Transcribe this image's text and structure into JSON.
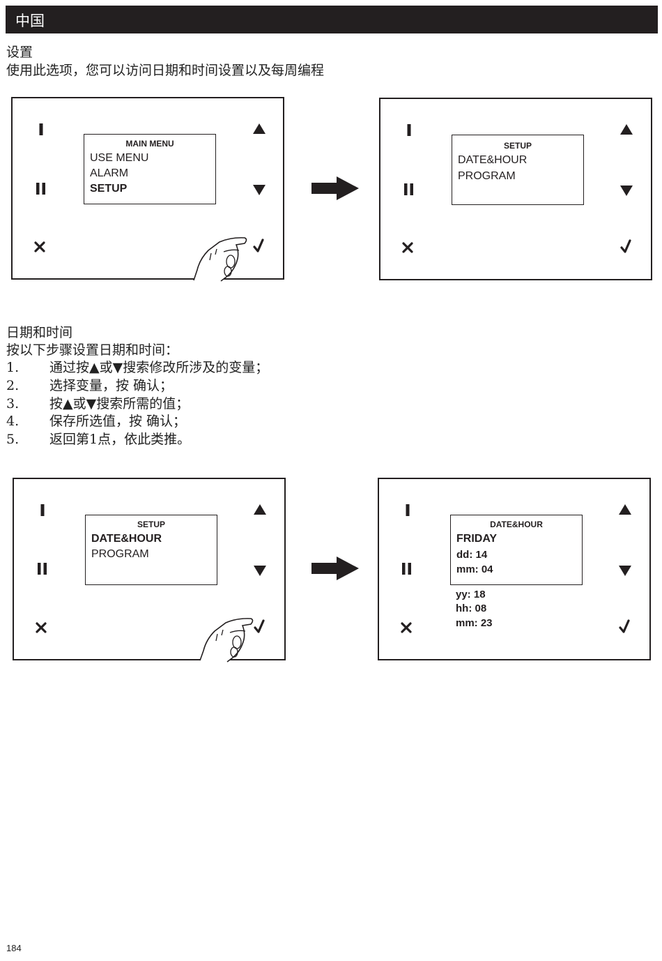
{
  "header": {
    "title": "中国"
  },
  "intro": {
    "heading": "设置",
    "description": "使用此选项，您可以访问日期和时间设置以及每周编程"
  },
  "figure1": {
    "left_screen": {
      "title": "MAIN MENU",
      "items": [
        "USE MENU",
        "ALARM",
        "SETUP"
      ],
      "selected": "SETUP"
    },
    "right_screen": {
      "title": "SETUP",
      "items": [
        "DATE&HOUR",
        "PROGRAM"
      ]
    }
  },
  "date_section": {
    "heading": "日期和时间",
    "intro": "按以下步骤设置日期和时间：",
    "steps": [
      {
        "num": "1.",
        "text": "通过按▲或▼搜索修改所涉及的变量；"
      },
      {
        "num": "2.",
        "text": "选择变量，按   确认；"
      },
      {
        "num": "3.",
        "text": "按▲或▼搜索所需的值；"
      },
      {
        "num": "4.",
        "text": "保存所选值，按   确认；"
      },
      {
        "num": "5.",
        "text": "返回第1点，依此类推。"
      }
    ]
  },
  "figure2": {
    "left_screen": {
      "title": "SETUP",
      "items": [
        "DATE&HOUR",
        "PROGRAM"
      ],
      "selected": "DATE&HOUR"
    },
    "right_screen": {
      "title": "DATE&HOUR",
      "lines": [
        "FRIDAY",
        "dd: 14",
        "mm: 04"
      ],
      "extra_lines": [
        "yy: 18",
        "hh: 08",
        "mm: 23"
      ]
    }
  },
  "device_icons": [
    "button-i-icon",
    "button-ii-icon",
    "cross-icon",
    "up-arrow-icon",
    "down-arrow-icon",
    "check-icon",
    "hand-icon",
    "arrow-right-icon"
  ],
  "colors": {
    "ink": "#231f20",
    "background": "#ffffff"
  },
  "footer": {
    "page_number": "184"
  }
}
